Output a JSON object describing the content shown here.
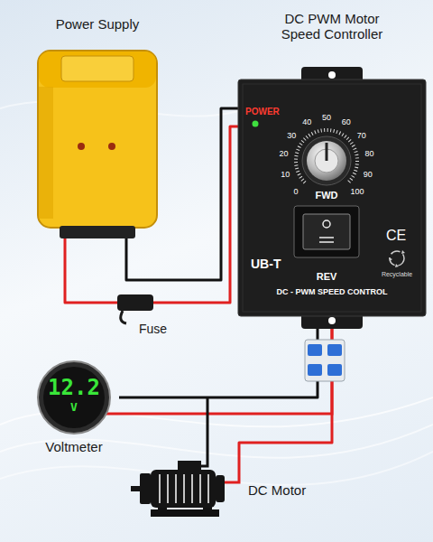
{
  "diagram": {
    "nodes": [
      {
        "text": [
          "Power Supply"
        ]
      },
      {
        "text": [
          "DC PWM Motor Speed Controller",
          "POWER",
          "FWD",
          "UB-T",
          "REV",
          "CE",
          "Recyclable",
          "DC - PWM SPEED CONTROL"
        ]
      },
      {
        "text": [
          "Fuse"
        ]
      },
      {
        "text": [
          "12.2",
          "V",
          "Voltmeter"
        ]
      },
      {
        "text": [
          "DC Motor"
        ]
      }
    ],
    "edges": [
      {
        "from": 0,
        "to": 2,
        "arrow": "none"
      },
      {
        "from": 2,
        "to": 1,
        "arrow": "none"
      },
      {
        "from": 0,
        "to": 1,
        "arrow": "none"
      },
      {
        "from": 1,
        "to": 3,
        "arrow": "none"
      },
      {
        "from": 1,
        "to": 4,
        "arrow": "none"
      }
    ],
    "labels": [
      "0",
      "10",
      "20",
      "30",
      "40",
      "50",
      "60",
      "70",
      "80",
      "90",
      "100"
    ]
  }
}
